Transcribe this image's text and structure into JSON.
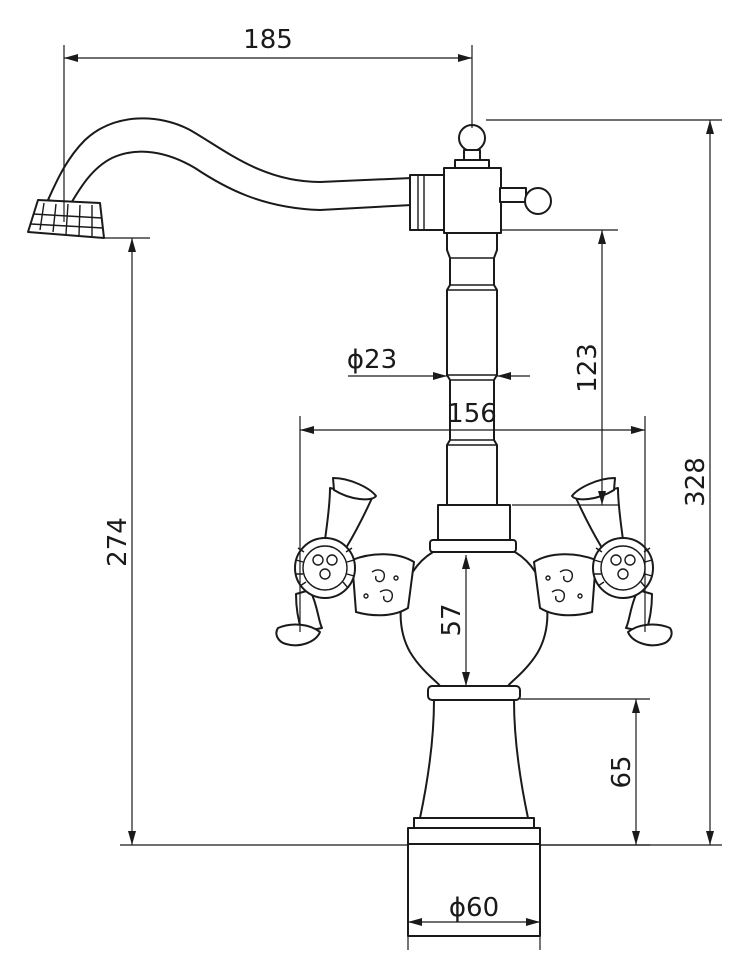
{
  "dimensions": {
    "spout_reach": "185",
    "total_height": "328",
    "spout_outlet_height": "274",
    "column_height": "123",
    "column_diameter": "ϕ23",
    "handle_span": "156",
    "body_height": "57",
    "base_height": "65",
    "base_diameter": "ϕ60"
  },
  "colors": {
    "line": "#1a1a1a",
    "background": "#ffffff"
  }
}
